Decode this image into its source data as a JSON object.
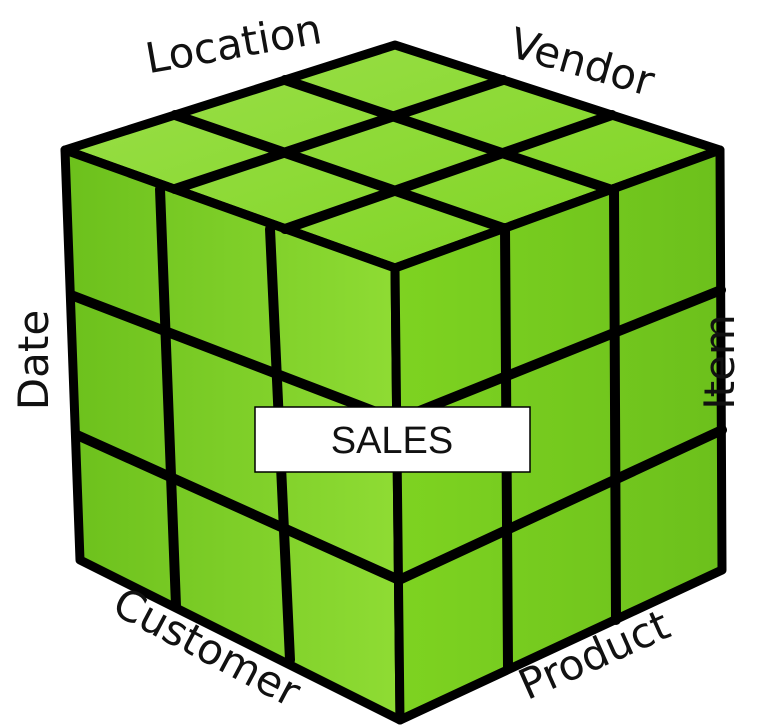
{
  "diagram": {
    "center_label": "SALES",
    "dimensions": {
      "top_left": "Location",
      "top_right": "Vendor",
      "left": "Date",
      "right": "Item",
      "bottom_left": "Customer",
      "bottom_right": "Product"
    },
    "colors": {
      "cube_face": "#7ed321",
      "cube_face_light": "#9be04a",
      "cube_face_dark": "#5ea81a",
      "grid_lines": "#000000",
      "label_box_fill": "#ffffff"
    }
  }
}
